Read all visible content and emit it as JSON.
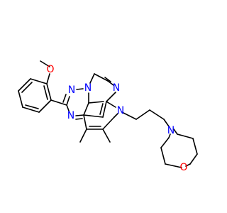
{
  "molecule": {
    "colors": {
      "carbon_bond": "#000000",
      "nitrogen": "#0000ff",
      "oxygen": "#ff0000"
    },
    "atoms": [
      {
        "id": "O_methoxy",
        "label": "O",
        "element": "O"
      },
      {
        "id": "N_a",
        "label": "N",
        "element": "N"
      },
      {
        "id": "N_b",
        "label": "N",
        "element": "N"
      },
      {
        "id": "N_c",
        "label": "N",
        "element": "N"
      },
      {
        "id": "N_d",
        "label": "N",
        "element": "N"
      },
      {
        "id": "N_e",
        "label": "N",
        "element": "N"
      },
      {
        "id": "N_f",
        "label": "N",
        "element": "N"
      },
      {
        "id": "O_morph",
        "label": "O",
        "element": "O"
      }
    ]
  }
}
